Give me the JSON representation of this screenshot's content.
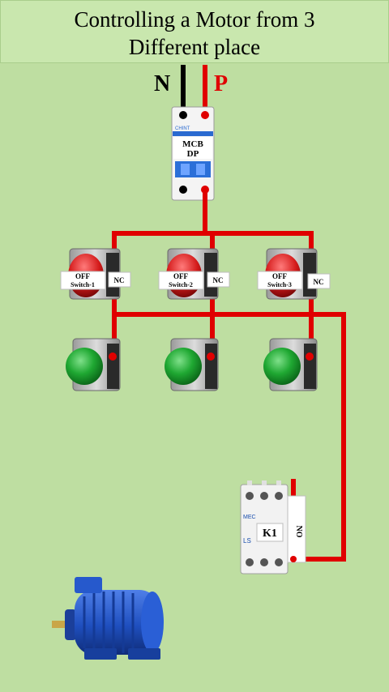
{
  "title": {
    "line1": "Controlling a Motor from 3",
    "line2": "Different place"
  },
  "supply": {
    "neutral": "N",
    "phase": "P"
  },
  "mcb": {
    "brand": "CHINT",
    "label1": "MCB",
    "label2": "DP"
  },
  "off_switches": [
    {
      "label": "OFF",
      "name": "Switch-1",
      "contact": "NC"
    },
    {
      "label": "OFF",
      "name": "Switch-2",
      "contact": "NC"
    },
    {
      "label": "OFF",
      "name": "Switch-3",
      "contact": "NC"
    }
  ],
  "contactor": {
    "brand": "MEC",
    "maker": "LS",
    "label": "K1",
    "contact": "NO"
  },
  "colors": {
    "background": "#bedea1",
    "wire_phase": "#e00000",
    "wire_neutral": "#000000",
    "on_button": "#1e9a2e",
    "off_button": "#d01818",
    "motor": "#1f4fbf"
  }
}
